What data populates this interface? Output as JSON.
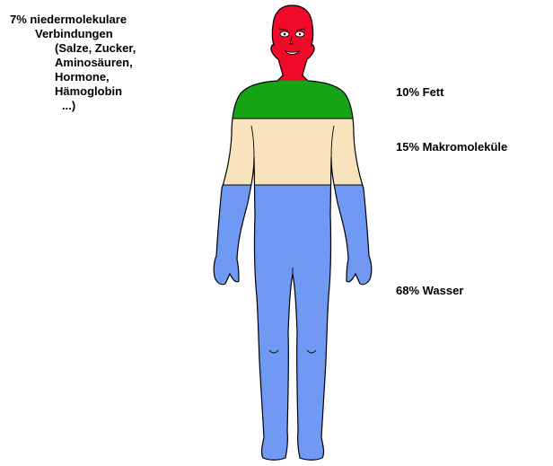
{
  "figure": {
    "colors": {
      "head": "#ee0a28",
      "shoulders": "#16a316",
      "torso": "#f9e3bd",
      "lower_body": "#6f99f2",
      "outline": "#000000"
    },
    "segments": [
      {
        "id": "head",
        "percent": 7,
        "label": "7% niedermolekulare Verbindungen (Salze, Zucker, Aminosäuren, Hormone, Hämoglobin ...)"
      },
      {
        "id": "shoulders",
        "percent": 10,
        "label": "10% Fett"
      },
      {
        "id": "torso",
        "percent": 15,
        "label": "15% Makromoleküle"
      },
      {
        "id": "lower_body",
        "percent": 68,
        "label": "68% Wasser"
      }
    ]
  },
  "labels": {
    "small_molecules": {
      "lines": [
        "7% niedermolekulare",
        "Verbindungen",
        "(Salze, Zucker,",
        "Aminosäuren,",
        "Hormone,",
        "Hämoglobin",
        "...)"
      ]
    },
    "fat": "10% Fett",
    "macromolecules": "15% Makromoleküle",
    "water": "68% Wasser"
  }
}
